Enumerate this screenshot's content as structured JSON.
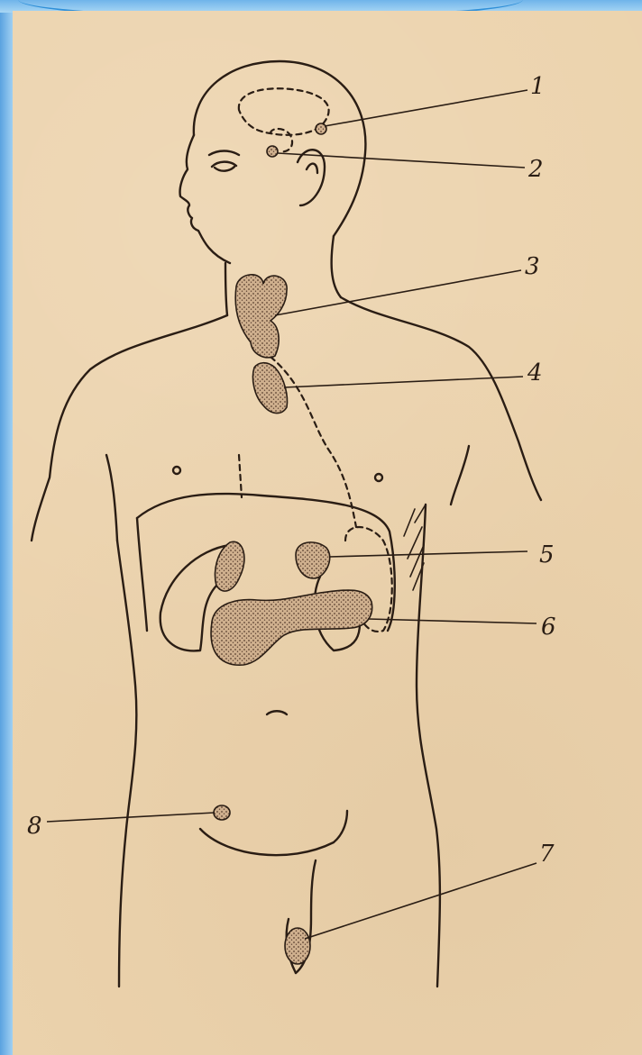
{
  "figure": {
    "labels": [
      "1",
      "2",
      "3",
      "4",
      "5",
      "6",
      "7",
      "8"
    ]
  },
  "colors": {
    "paper": "#ecd3ad",
    "ink": "#2a1d14",
    "frame": "#8fc3ea",
    "gland_fill": "#c9a98a"
  }
}
